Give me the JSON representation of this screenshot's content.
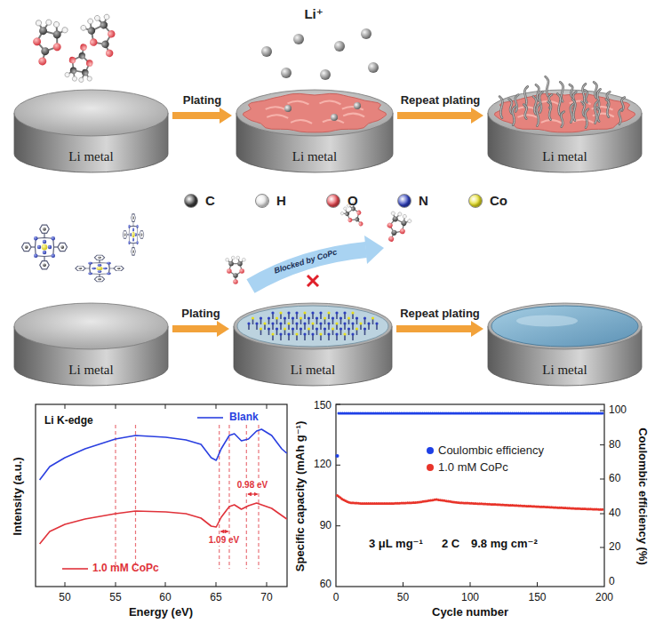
{
  "diagram": {
    "nodes": [
      {
        "text": [
          "Li metal"
        ]
      },
      {
        "text": [
          "Li metal"
        ]
      },
      {
        "text": [
          "Li metal"
        ]
      },
      {
        "text": [
          "Li metal"
        ]
      },
      {
        "text": [
          "Li metal"
        ]
      },
      {
        "text": [
          "Li metal"
        ]
      }
    ],
    "edges": [
      {
        "from": 0,
        "to": 1,
        "label": "Plating",
        "arrow": "to"
      },
      {
        "from": 1,
        "to": 2,
        "label": "Repeat plating",
        "arrow": "to"
      },
      {
        "from": 3,
        "to": 4,
        "label": "Plating",
        "arrow": "to"
      },
      {
        "from": 4,
        "to": 5,
        "label": "Repeat plating",
        "arrow": "to"
      }
    ],
    "labels": [
      "Li⁺",
      "Blocked by CoPc",
      "Li K-edge",
      "Blank",
      "0.98 eV",
      "1.09 eV",
      "1.0 mM CoPc",
      "Intensity (a.u.)",
      "50",
      "55",
      "60",
      "65",
      "70",
      "Energy (eV)",
      "Specific capacity (mAh g⁻¹)",
      "150",
      "120",
      "90",
      "60",
      "0",
      "50",
      "100",
      "150",
      "200",
      "Cycle number",
      "Coulombic efficiency (%)",
      "100",
      "80",
      "60",
      "40",
      "20",
      "0",
      "3 μL mg⁻¹",
      "2 C",
      "9.8 mg cm⁻²"
    ],
    "legend": [
      {
        "text": "C",
        "color": "#3d3d3d"
      },
      {
        "text": "H",
        "color": "#e8e8e8"
      },
      {
        "text": "O",
        "color": "#e8474f"
      },
      {
        "text": "N",
        "color": "#2d3fbf"
      },
      {
        "text": "Co",
        "color": "#e6df1f"
      },
      {
        "text": "Coulombic efficiency",
        "color": "#1e40e6"
      },
      {
        "text": "1.0 mM CoPc",
        "color": "#e8342a"
      }
    ]
  }
}
